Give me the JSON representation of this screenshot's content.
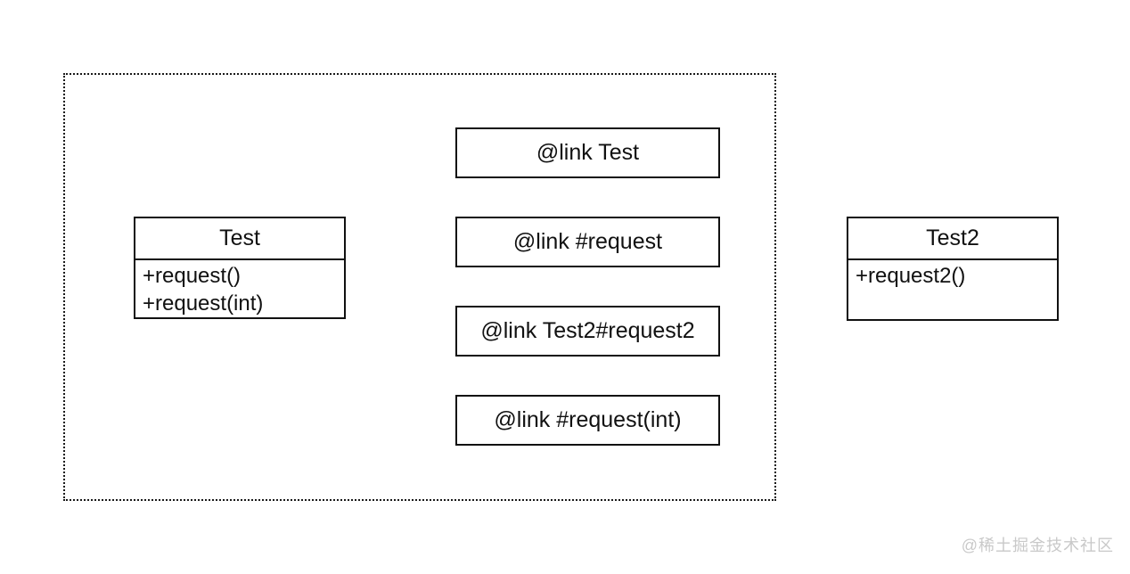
{
  "classes": [
    {
      "name": "Test",
      "members": [
        "+request()",
        "+request(int)"
      ]
    },
    {
      "name": "Test2",
      "members": [
        "+request2()"
      ]
    }
  ],
  "links": [
    {
      "label": "@link Test"
    },
    {
      "label": "@link #request"
    },
    {
      "label": "@link Test2#request2"
    },
    {
      "label": "@link #request(int)"
    }
  ],
  "watermark": "@稀土掘金技术社区",
  "colors": {
    "background": "#ffffff",
    "line": "#111111",
    "scope_border": "#1a1a1a",
    "watermark": "#c9c9c9"
  }
}
